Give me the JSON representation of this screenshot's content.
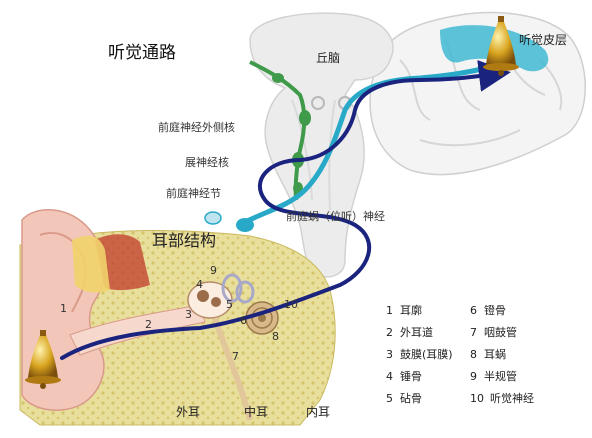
{
  "title": "听觉通路",
  "section_ear": "耳部结构",
  "labels": {
    "thalamus": "丘脑",
    "auditory_cortex": "听觉皮层",
    "lateral_nucleus": "前庭神经外侧核",
    "abducens_nucleus": "展神经核",
    "vestibular_ganglion": "前庭神经节",
    "cochlear_nerve": "前庭蜗（位听）神经",
    "outer_ear": "外耳",
    "middle_ear": "中耳",
    "inner_ear": "内耳"
  },
  "numbers_on_figure": [
    "1",
    "2",
    "3",
    "4",
    "5",
    "6",
    "7",
    "8",
    "9",
    "10"
  ],
  "legend": [
    {
      "num": "1",
      "name": "耳廓"
    },
    {
      "num": "2",
      "name": "外耳道"
    },
    {
      "num": "3",
      "name": "鼓膜(耳膜)"
    },
    {
      "num": "4",
      "name": "锤骨"
    },
    {
      "num": "5",
      "name": "砧骨"
    },
    {
      "num": "6",
      "name": "镫骨"
    },
    {
      "num": "7",
      "name": "咽鼓管"
    },
    {
      "num": "8",
      "name": "耳蜗"
    },
    {
      "num": "9",
      "name": "半规管"
    },
    {
      "num": "10",
      "name": "听觉神经"
    }
  ],
  "colors": {
    "pathway": "#1a237e",
    "nerve_cyan": "#29a9c8",
    "nucleus_green": "#3f9a4a",
    "bone": "#e9df9c",
    "skin": "#f2c6b8",
    "bell": "#d9a520"
  }
}
